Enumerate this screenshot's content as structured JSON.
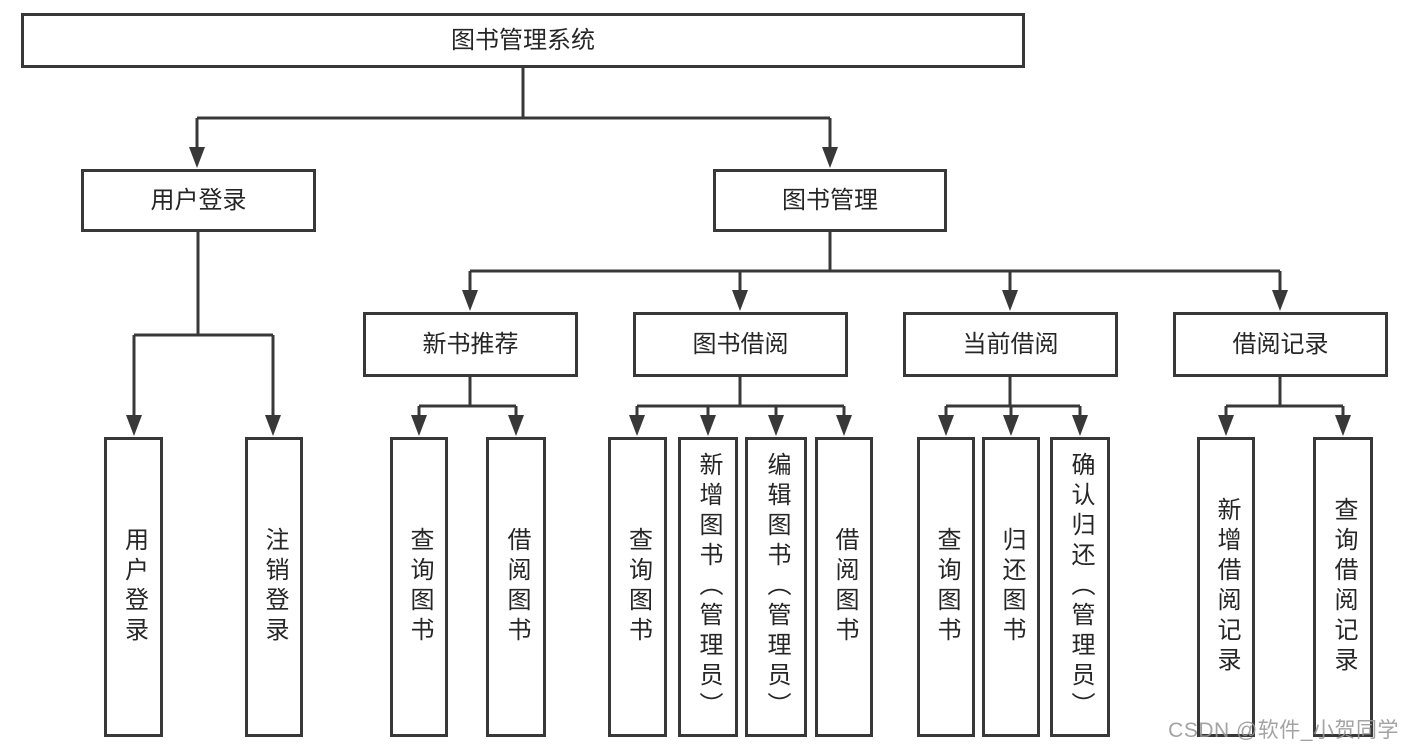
{
  "tree": {
    "label": "图书管理系统",
    "children": [
      {
        "label": "用户登录",
        "children": [
          {
            "label": "用户登录"
          },
          {
            "label": "注销登录"
          }
        ]
      },
      {
        "label": "图书管理",
        "children": [
          {
            "label": "新书推荐",
            "children": [
              {
                "label": "查询图书"
              },
              {
                "label": "借阅图书"
              }
            ]
          },
          {
            "label": "图书借阅",
            "children": [
              {
                "label": "查询图书"
              },
              {
                "label": "新增图书（管理员）"
              },
              {
                "label": "编辑图书（管理员）"
              },
              {
                "label": "借阅图书"
              }
            ]
          },
          {
            "label": "当前借阅",
            "children": [
              {
                "label": "查询图书"
              },
              {
                "label": "归还图书"
              },
              {
                "label": "确认归还（管理员）"
              }
            ]
          },
          {
            "label": "借阅记录",
            "children": [
              {
                "label": "新增借阅记录"
              },
              {
                "label": "查询借阅记录"
              }
            ]
          }
        ]
      }
    ]
  },
  "watermark": "CSDN @软件_小贺同学",
  "colors": {
    "line": "#383838",
    "box_border": "#383838",
    "text": "#262626",
    "watermark": "#969696",
    "background": "#ffffff"
  }
}
